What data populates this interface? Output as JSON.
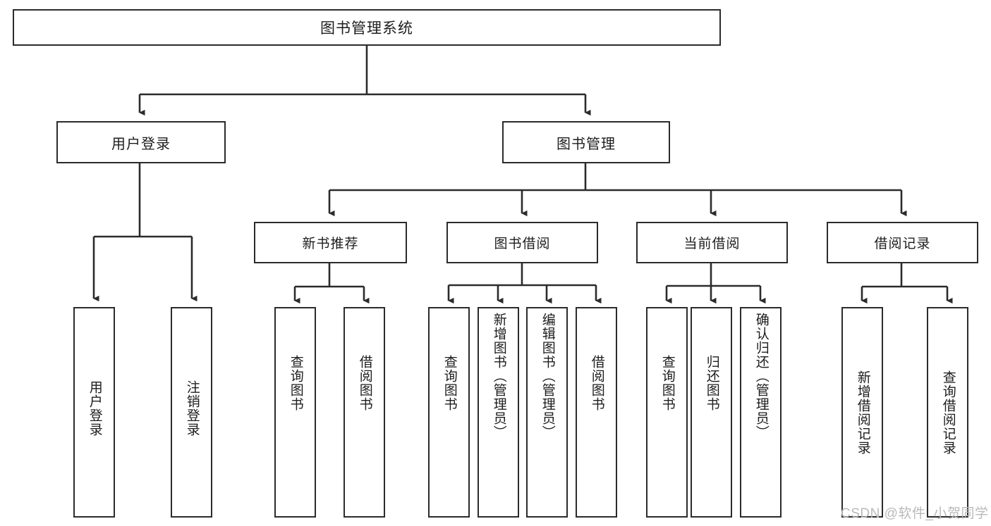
{
  "diagram": {
    "title": "图书管理系统",
    "type": "hierarchy-tree",
    "root": {
      "id": "root",
      "label": "图书管理系统"
    },
    "level2": [
      {
        "id": "user-login",
        "label": "用户登录"
      },
      {
        "id": "book-manage",
        "label": "图书管理"
      }
    ],
    "level3": [
      {
        "id": "new-book-rec",
        "label": "新书推荐",
        "parent": "book-manage"
      },
      {
        "id": "book-borrow",
        "label": "图书借阅",
        "parent": "book-manage"
      },
      {
        "id": "current-borrow",
        "label": "当前借阅",
        "parent": "book-manage"
      },
      {
        "id": "borrow-record",
        "label": "借阅记录",
        "parent": "book-manage"
      }
    ],
    "leaves": [
      {
        "id": "leaf-user-login",
        "label": "用户登录",
        "parent": "user-login"
      },
      {
        "id": "leaf-logout",
        "label": "注销登录",
        "parent": "user-login"
      },
      {
        "id": "leaf-query-book-1",
        "label": "查询图书",
        "parent": "new-book-rec"
      },
      {
        "id": "leaf-borrow-book-1",
        "label": "借阅图书",
        "parent": "new-book-rec"
      },
      {
        "id": "leaf-query-book-2",
        "label": "查询图书",
        "parent": "book-borrow"
      },
      {
        "id": "leaf-add-book",
        "label": "新增图书（管理员）",
        "parent": "book-borrow"
      },
      {
        "id": "leaf-edit-book",
        "label": "编辑图书（管理员）",
        "parent": "book-borrow"
      },
      {
        "id": "leaf-borrow-book-2",
        "label": "借阅图书",
        "parent": "book-borrow"
      },
      {
        "id": "leaf-query-book-3",
        "label": "查询图书",
        "parent": "current-borrow"
      },
      {
        "id": "leaf-return-book",
        "label": "归还图书",
        "parent": "current-borrow"
      },
      {
        "id": "leaf-confirm-return",
        "label": "确认归还（管理员）",
        "parent": "current-borrow"
      },
      {
        "id": "leaf-add-record",
        "label": "新增借阅记录",
        "parent": "borrow-record"
      },
      {
        "id": "leaf-query-record",
        "label": "查询借阅记录",
        "parent": "borrow-record"
      }
    ]
  },
  "watermark": {
    "text": "CSDN @软件_小贺同学"
  },
  "colors": {
    "stroke": "#2b2b2b",
    "background": "#ffffff",
    "text": "#1d1d1d",
    "watermark": "#b9b9b9"
  }
}
